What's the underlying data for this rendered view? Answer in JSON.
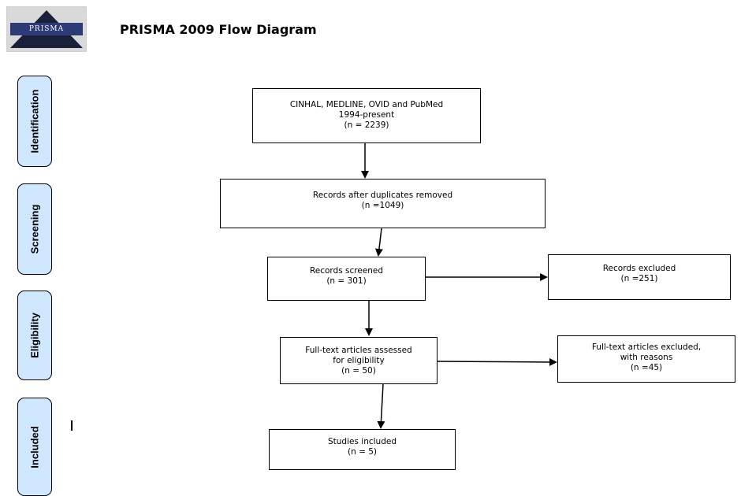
{
  "header": {
    "logo_text": "PRISMA",
    "title": "PRISMA 2009 Flow Diagram"
  },
  "stages": {
    "identification": "Identification",
    "screening": "Screening",
    "eligibility": "Eligibility",
    "included": "Included"
  },
  "boxes": {
    "identified": {
      "lines": [
        "CINHAL, MEDLINE, OVID and PubMed",
        "1994-present",
        "(n = 2239)"
      ]
    },
    "after_duplicates": {
      "lines": [
        "Records after duplicates removed",
        "(n =1049)"
      ]
    },
    "screened": {
      "lines": [
        "Records screened",
        "(n = 301)"
      ]
    },
    "excluded": {
      "lines": [
        "Records excluded",
        "(n =251)"
      ]
    },
    "fulltext_assessed": {
      "lines": [
        "Full-text articles assessed",
        "for eligibility",
        "(n = 50)"
      ]
    },
    "fulltext_excluded": {
      "lines": [
        "Full-text articles excluded,",
        "with reasons",
        "(n =45)"
      ]
    },
    "included": {
      "lines": [
        "Studies included",
        "(n = 5)"
      ]
    }
  },
  "stray_mark": "I"
}
